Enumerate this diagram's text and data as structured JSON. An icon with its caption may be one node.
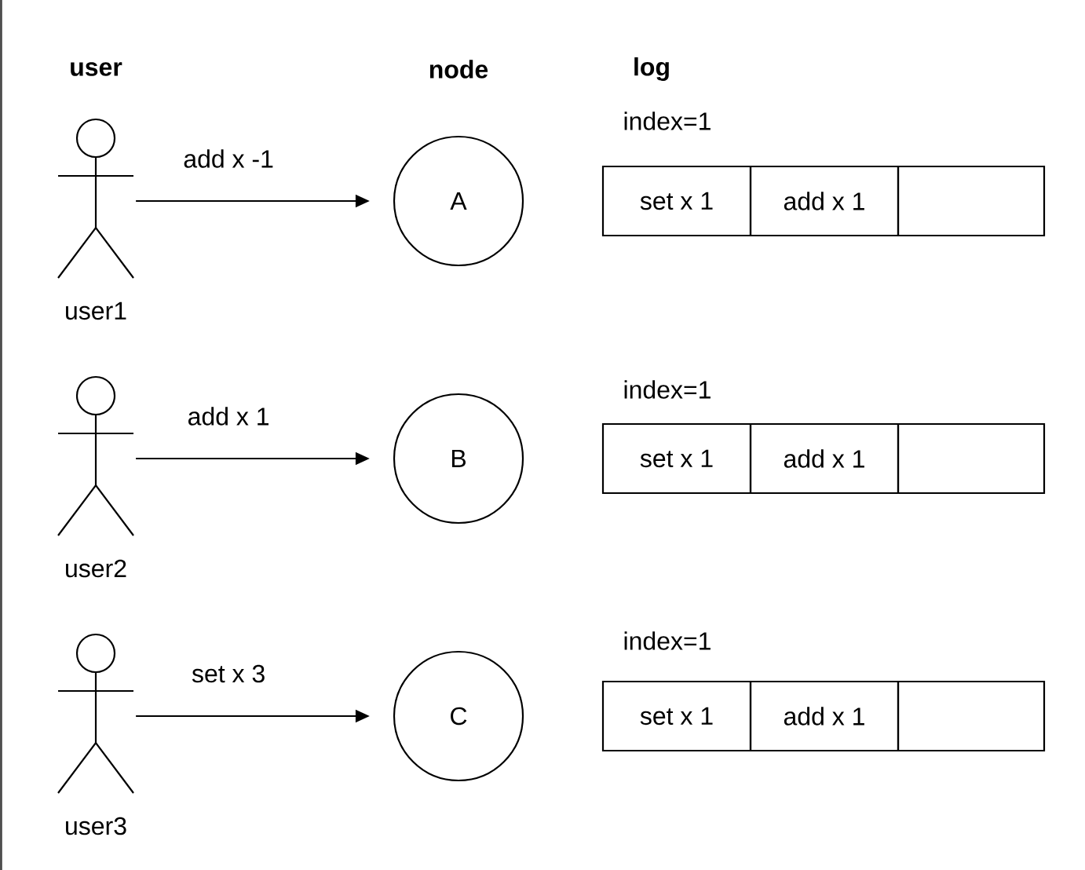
{
  "diagram": {
    "nodes": [
      {
        "text": [],
        "shape": "person",
        "beside": [
          "user1"
        ]
      },
      {
        "text": [
          "A"
        ]
      },
      {
        "text": [
          "set x 1"
        ]
      },
      {
        "text": [
          "add x 1"
        ]
      },
      {
        "text": [],
        "shape": "box"
      },
      {
        "text": [],
        "shape": "person",
        "beside": [
          "user2"
        ]
      },
      {
        "text": [
          "B"
        ]
      },
      {
        "text": [
          "set x 1"
        ]
      },
      {
        "text": [
          "add x 1"
        ]
      },
      {
        "text": [],
        "shape": "box"
      },
      {
        "text": [],
        "shape": "person",
        "beside": [
          "user3"
        ]
      },
      {
        "text": [
          "C"
        ]
      },
      {
        "text": [
          "set x 1"
        ]
      },
      {
        "text": [
          "add x 1"
        ]
      },
      {
        "text": [],
        "shape": "box"
      }
    ],
    "edges": [
      {
        "from": 0,
        "to": 1,
        "arrow": "to",
        "label": "add x -1"
      },
      {
        "from": 5,
        "to": 6,
        "arrow": "to",
        "label": "add x 1"
      },
      {
        "from": 10,
        "to": 11,
        "arrow": "to",
        "label": "set x 3"
      }
    ],
    "labels": [
      "user",
      "node",
      "log",
      "index=1",
      "index=1",
      "index=1"
    ]
  }
}
